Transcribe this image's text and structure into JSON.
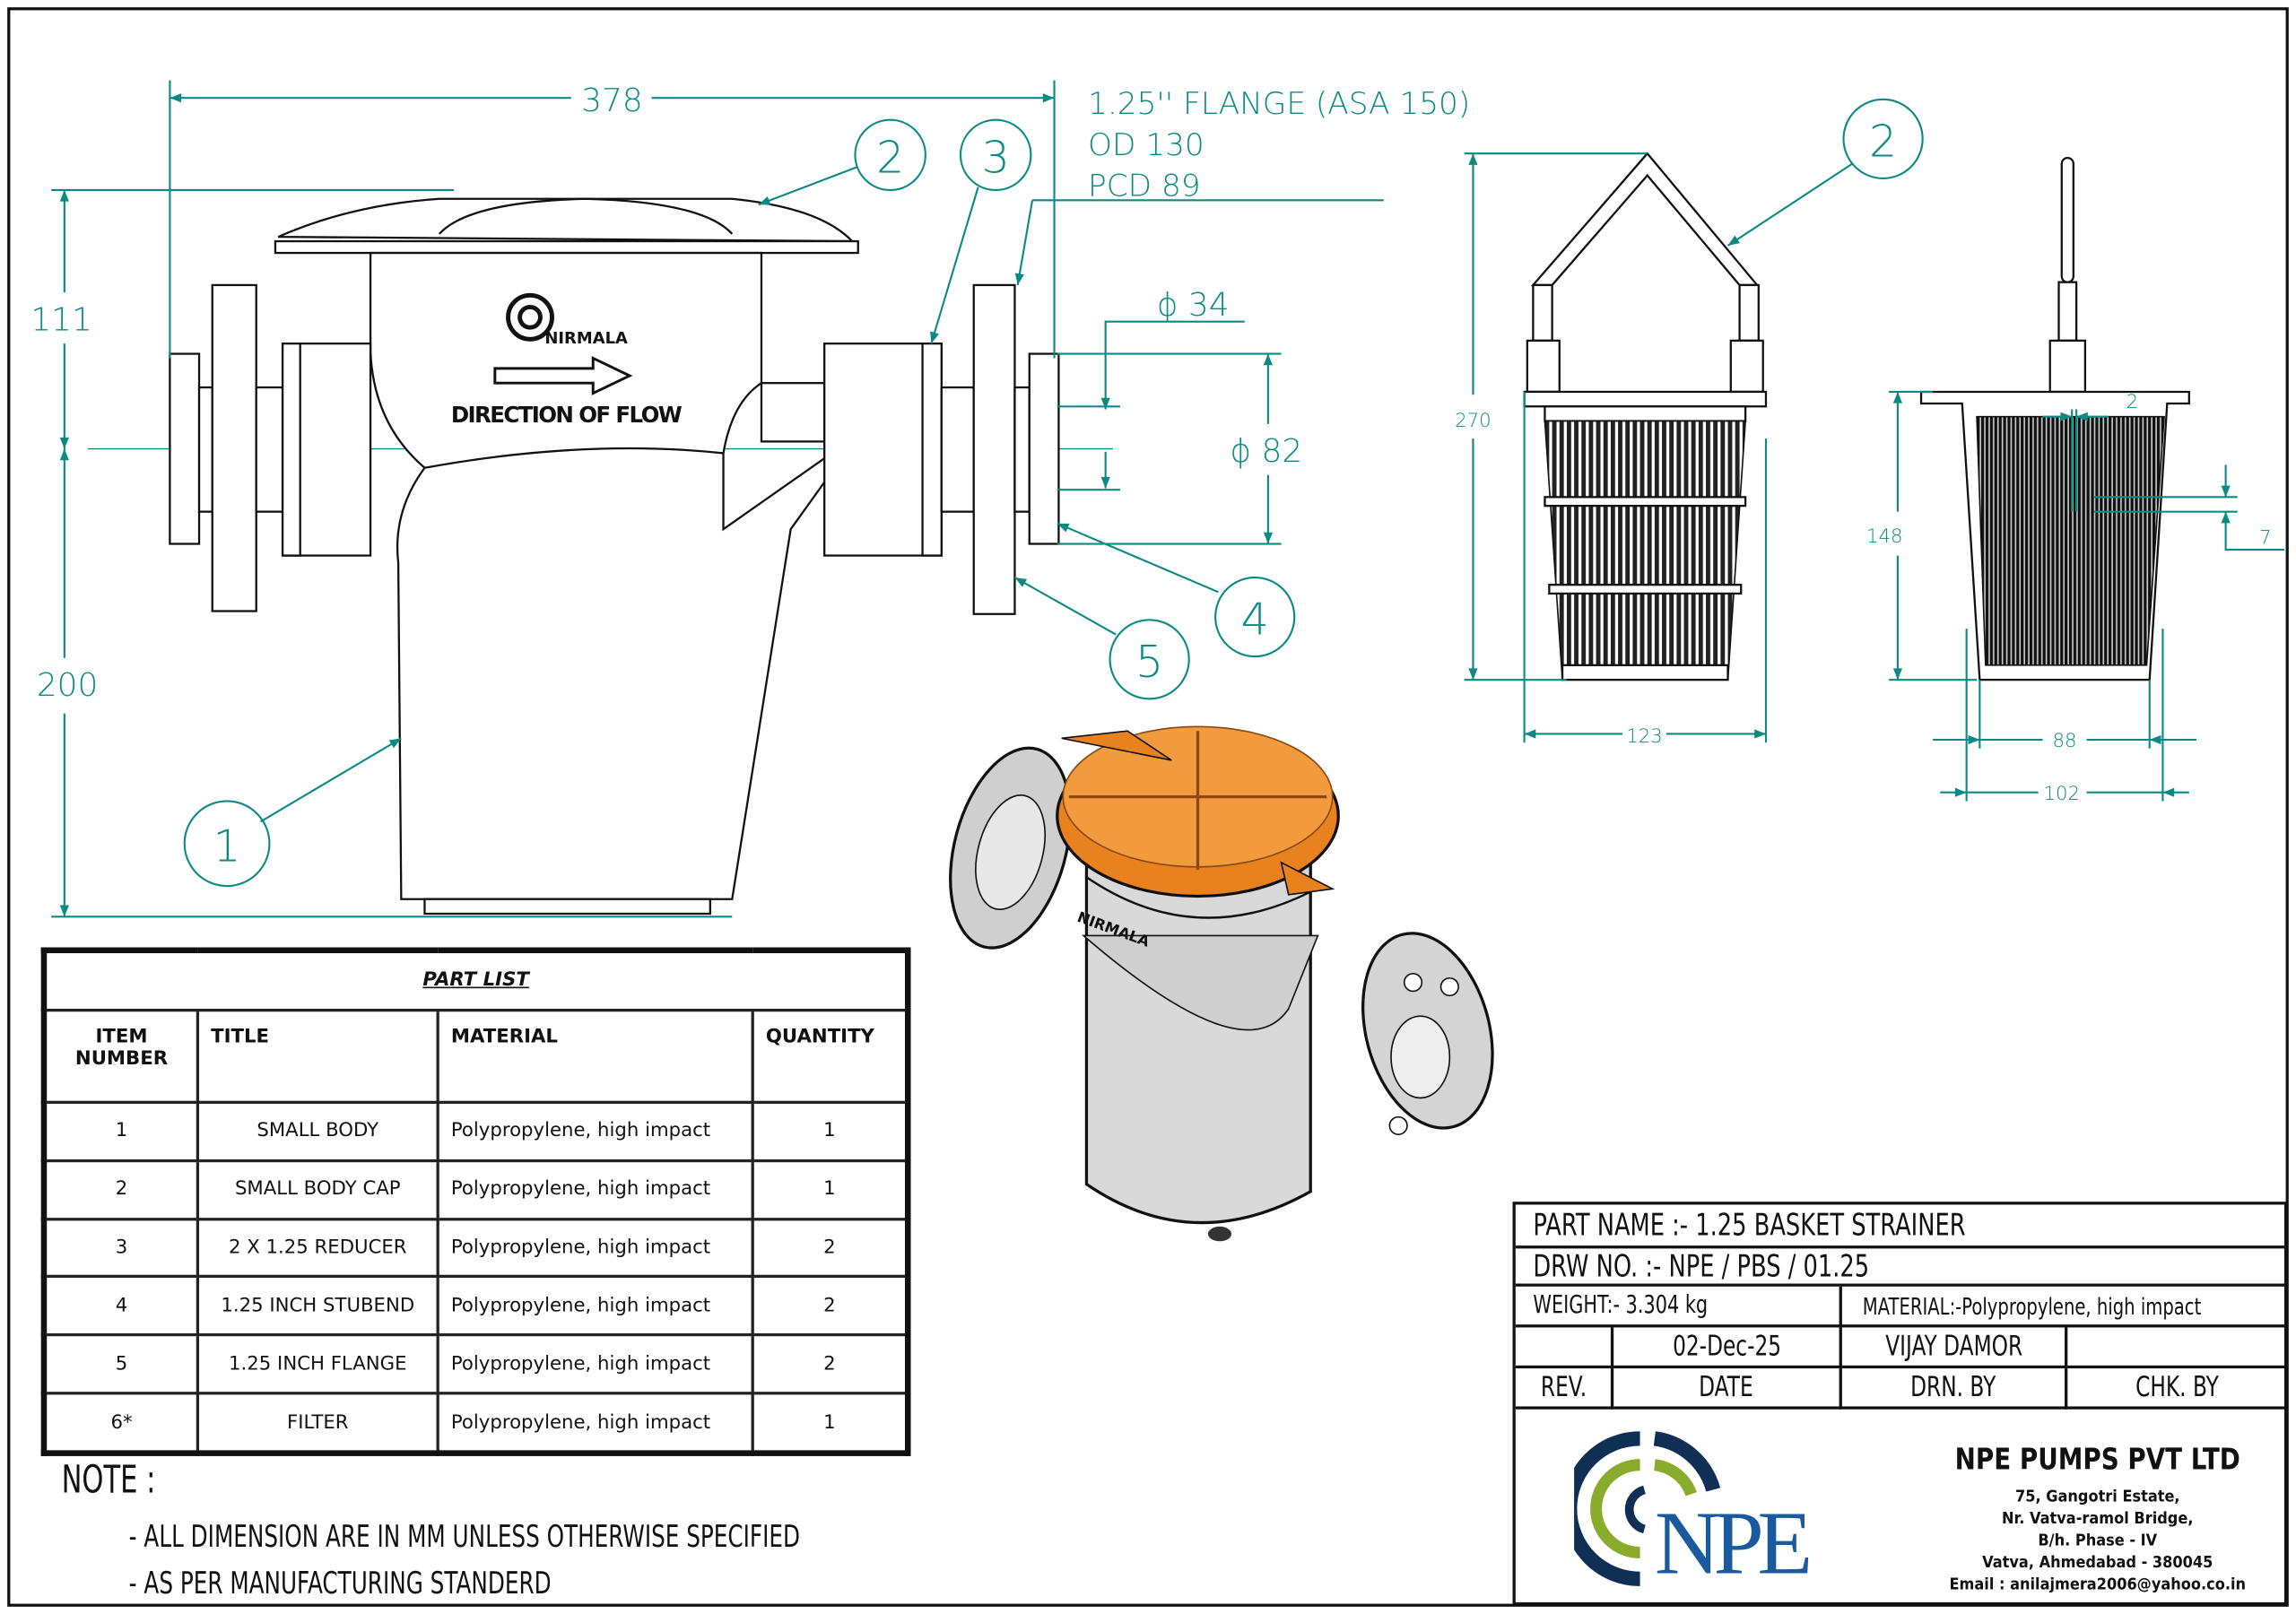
{
  "dimensions": {
    "overall_length": "378",
    "upper_height": "111",
    "lower_height": "200",
    "bore_diameter": "ϕ 34",
    "stubend_diameter": "ϕ 82",
    "basket_height": "270",
    "basket_width": "123",
    "filter_height": "148",
    "slot_width": "2",
    "ring_pitch": "7",
    "filter_inner_width": "88",
    "filter_outer_width": "102"
  },
  "flange_note": [
    "1.25'' FLANGE (ASA 150)",
    "OD 130",
    "PCD 89"
  ],
  "balloons": {
    "body": "1",
    "cap": "2",
    "reducer": "3",
    "stubend": "4",
    "flange": "5",
    "basket": "2"
  },
  "body_markings": {
    "brand": "NIRMALA",
    "flow_label": "DIRECTION OF FLOW"
  },
  "part_list": {
    "title": "PART LIST",
    "headers": {
      "item": "ITEM NUMBER",
      "title": "TITLE",
      "material": "MATERIAL",
      "quantity": "QUANTITY"
    },
    "rows": [
      {
        "item": "1",
        "title": "SMALL BODY",
        "material": "Polypropylene, high impact",
        "qty": "1"
      },
      {
        "item": "2",
        "title": "SMALL BODY CAP",
        "material": "Polypropylene, high impact",
        "qty": "1"
      },
      {
        "item": "3",
        "title": "2 X 1.25 REDUCER",
        "material": "Polypropylene, high impact",
        "qty": "2"
      },
      {
        "item": "4",
        "title": "1.25 INCH STUBEND",
        "material": "Polypropylene, high impact",
        "qty": "2"
      },
      {
        "item": "5",
        "title": "1.25 INCH FLANGE",
        "material": "Polypropylene, high impact",
        "qty": "2"
      },
      {
        "item": "6*",
        "title": "FILTER",
        "material": "Polypropylene, high impact",
        "qty": "1"
      }
    ]
  },
  "notes": {
    "heading": "NOTE :",
    "items": [
      "- ALL DIMENSION ARE IN MM UNLESS OTHERWISE SPECIFIED",
      "- AS PER MANUFACTURING STANDERD"
    ]
  },
  "title_block": {
    "part_name": "PART NAME :- 1.25 BASKET STRAINER",
    "drawing_no": "DRW NO. :- NPE / PBS / 01.25",
    "weight": "WEIGHT:- 3.304 kg",
    "material": "MATERIAL:-Polypropylene, high impact",
    "rev_value": "",
    "date_value": "02-Dec-25",
    "drawn_by_value": "VIJAY DAMOR",
    "checked_by_value": "",
    "labels": {
      "rev": "REV.",
      "date": "DATE",
      "drawn_by": "DRN. BY",
      "checked_by": "CHK. BY"
    },
    "logo_text": "NPE",
    "company": {
      "name": "NPE PUMPS PVT LTD",
      "address": [
        "75, Gangotri Estate,",
        "Nr. Vatva-ramol Bridge,",
        "B/h. Phase - IV",
        "Vatva, Ahmedabad - 380045",
        "Email : anilajmera2006@yahoo.co.in"
      ]
    }
  },
  "colors": {
    "dimension": "#0b8a84",
    "cap_3d": "#e8821e",
    "logo_navy": "#0f2f55",
    "logo_green": "#8aac2c",
    "logo_blue": "#1a5a9e"
  }
}
